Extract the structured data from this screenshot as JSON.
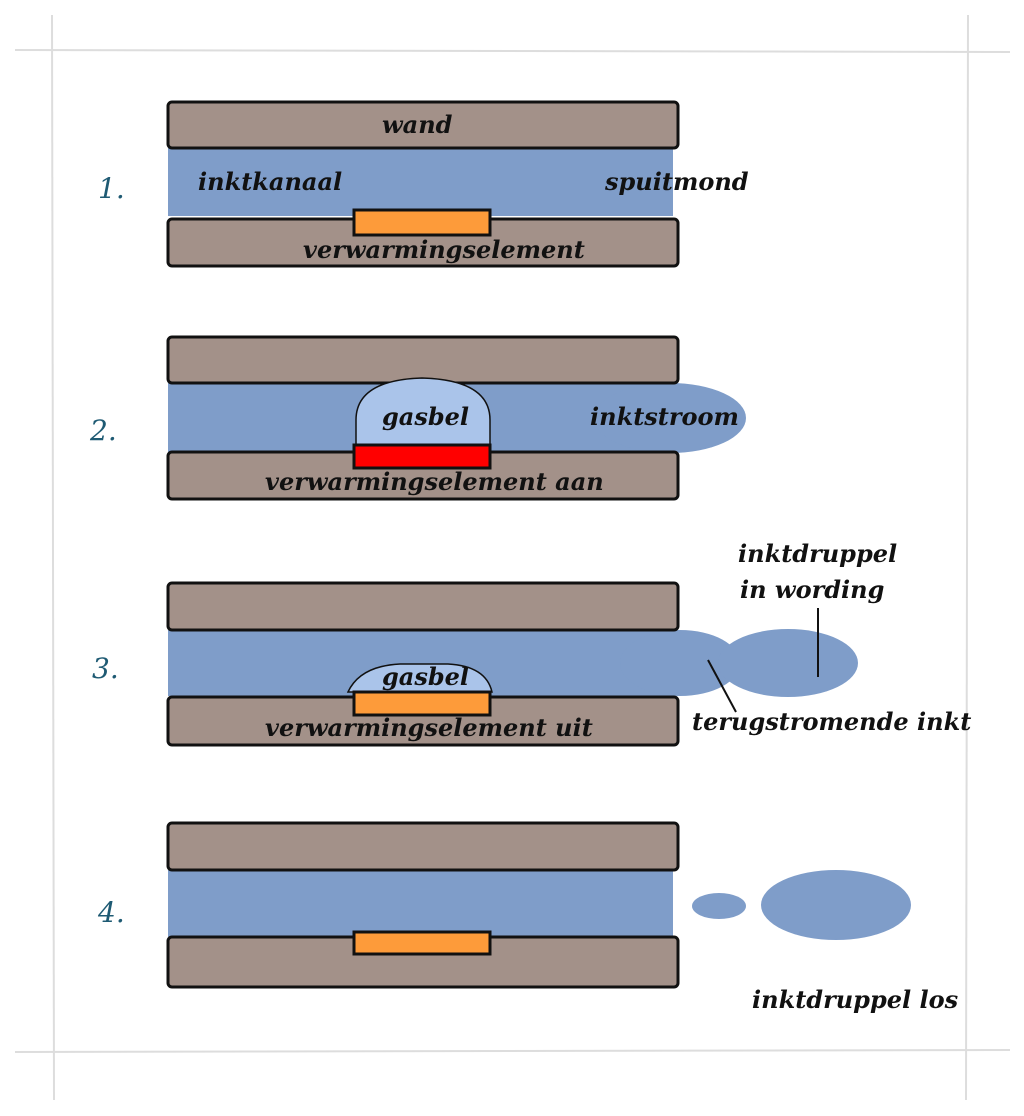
{
  "colors": {
    "wall": "#a39189",
    "ink": "#7f9dc9",
    "heater_off": "#fd9b3a",
    "heater_on": "#ff0000",
    "bubble": "#aac4ea",
    "step_number": "#1e5a73"
  },
  "steps": [
    {
      "number": "1.",
      "labels": {
        "wall": "wand",
        "channel": "inktkanaal",
        "nozzle": "spuitmond",
        "heater": "verwarmingselement"
      }
    },
    {
      "number": "2.",
      "labels": {
        "bubble": "gasbel",
        "stream": "inktstroom",
        "heater": "verwarmingselement aan"
      }
    },
    {
      "number": "3.",
      "labels": {
        "bubble": "gasbel",
        "heater": "verwarmingselement uit",
        "droplet_line1": "inktdruppel",
        "droplet_line2": "in wording",
        "backflow": "terugstromende inkt"
      }
    },
    {
      "number": "4.",
      "labels": {
        "droplet": "inktdruppel los"
      }
    }
  ]
}
